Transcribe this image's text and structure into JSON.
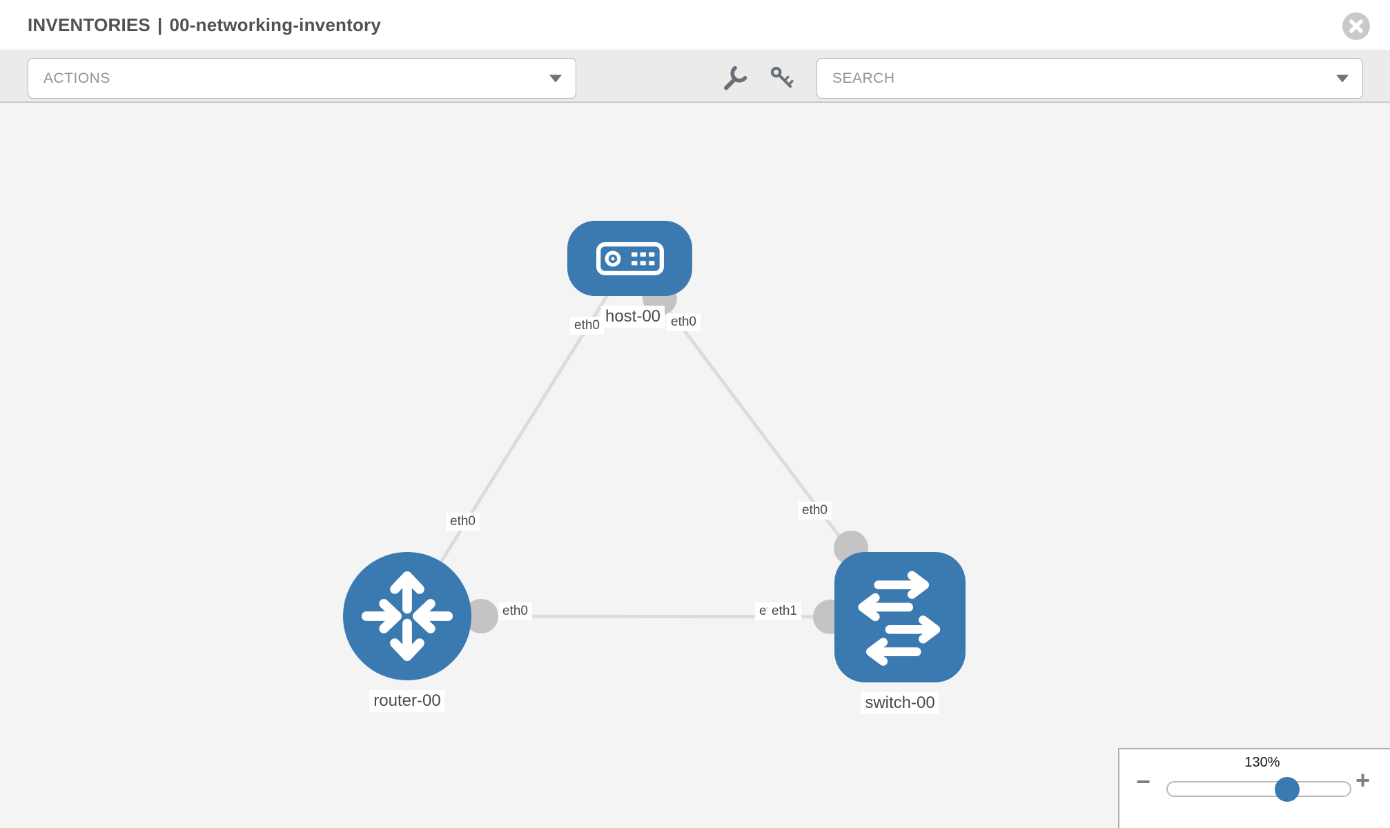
{
  "header": {
    "section": "INVENTORIES",
    "divider": "|",
    "inventory_name": "00-networking-inventory"
  },
  "toolbar": {
    "actions_label": "ACTIONS",
    "search_label": "SEARCH"
  },
  "topology": {
    "nodes": [
      {
        "id": "host-00",
        "type": "host",
        "label": "host-00"
      },
      {
        "id": "router-00",
        "type": "router",
        "label": "router-00"
      },
      {
        "id": "switch-00",
        "type": "switch",
        "label": "switch-00"
      }
    ],
    "links": [
      {
        "from": "host-00",
        "from_if": "eth0",
        "to": "router-00",
        "to_if": "eth0"
      },
      {
        "from": "host-00",
        "from_if": "eth0",
        "to": "switch-00",
        "to_if": "eth0"
      },
      {
        "from": "router-00",
        "from_if": "eth0",
        "to": "switch-00",
        "to_if": "eth1"
      }
    ],
    "overlapped_label": "eth1"
  },
  "zoom_control": {
    "level": "130%",
    "minus": "−",
    "plus": "+"
  },
  "colors": {
    "node_blue": "#3b7ab1",
    "link_gray": "#dcdcdc",
    "port_gray": "#c4c4c4",
    "toolbar_gray": "#ebebeb"
  }
}
